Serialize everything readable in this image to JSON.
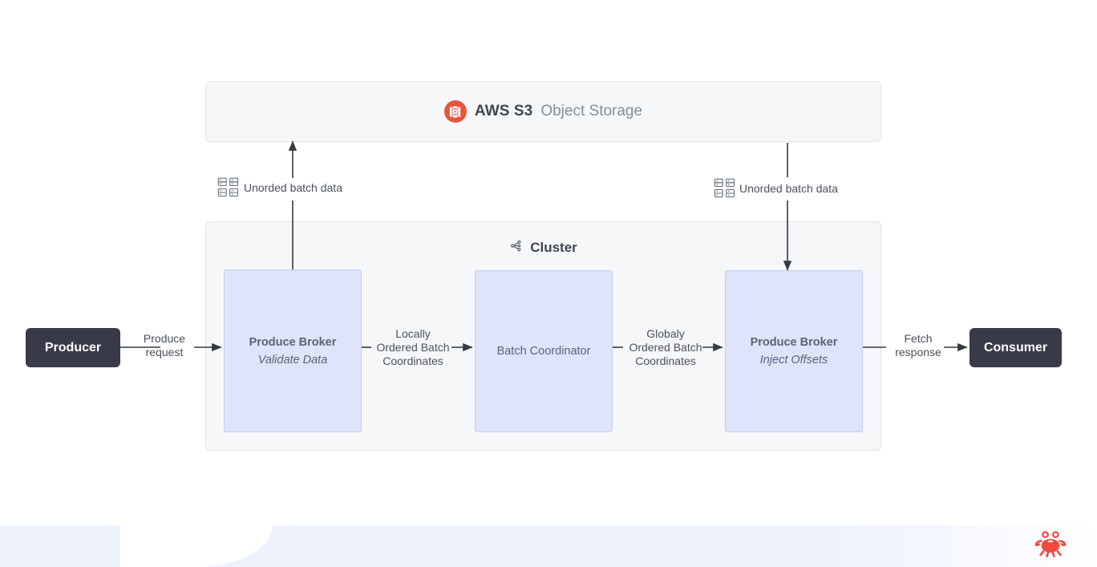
{
  "storage": {
    "brand": "AWS S3",
    "descriptor": "Object Storage",
    "logo_icon": "aws-s3-bucket-icon",
    "accent_color": "#e8553e",
    "background": "#f6f7f9"
  },
  "cluster": {
    "label": "Cluster",
    "icon": "network-nodes-icon",
    "background": "#f6f7f9",
    "nodes": [
      {
        "title": "Produce Broker",
        "subtitle": "Validate Data"
      },
      {
        "title": "Batch Coordinator",
        "subtitle": ""
      },
      {
        "title": "Produce Broker",
        "subtitle": "Inject Offsets"
      }
    ],
    "node_fill": "#dfe4fa",
    "node_border": "#c3cbf0"
  },
  "endpoints": {
    "producer": "Producer",
    "consumer": "Consumer",
    "fill": "#383a47"
  },
  "edges": {
    "produce_request": "Produce\nrequest",
    "locally_ordered": "Locally\nOrdered Batch\nCoordinates",
    "globally_ordered": "Globaly\nOrdered Batch\nCoordinates",
    "fetch_response": "Fetch\nresponse",
    "unordered_left": "Unorded batch data",
    "unordered_right": "Unorded batch data",
    "storage_icon": "database-stack-icon"
  },
  "watermark": {
    "icon": "crab-logo",
    "color": "#f04a3f"
  }
}
